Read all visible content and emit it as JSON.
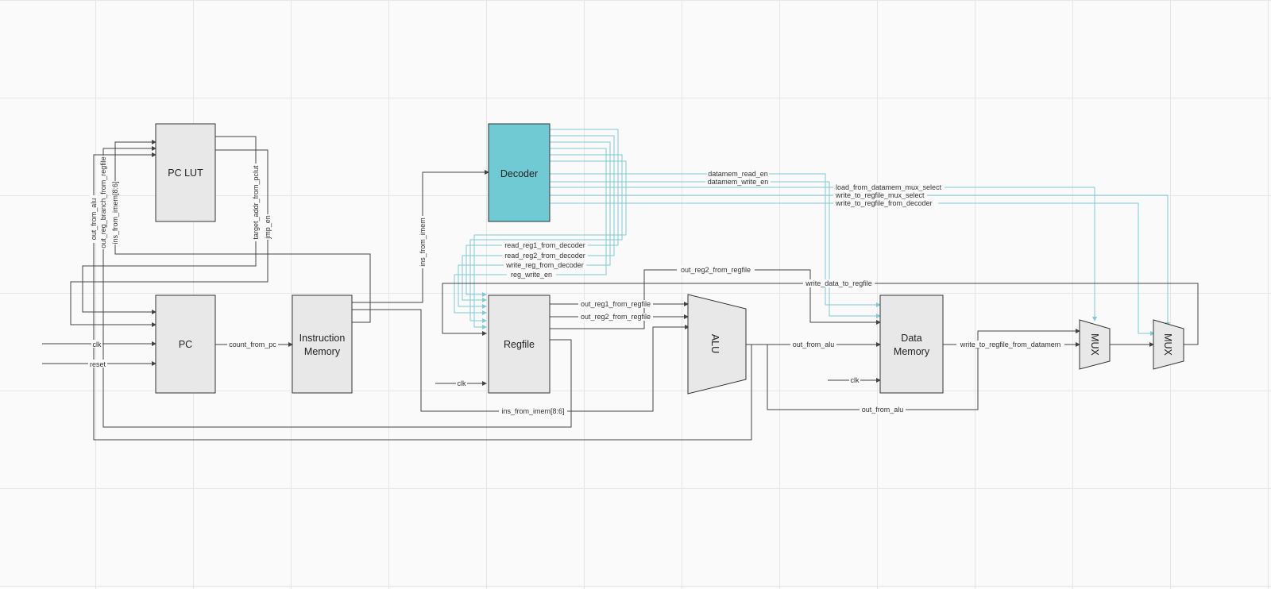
{
  "blocks": {
    "pc_lut": "PC LUT",
    "decoder": "Decoder",
    "pc": "PC",
    "instruction_memory": [
      "Instruction",
      "Memory"
    ],
    "regfile": "Regfile",
    "alu": "ALU",
    "data_memory": [
      "Data",
      "Memory"
    ],
    "mux1": "MUX",
    "mux2": "MUX"
  },
  "signals": {
    "clk": "clk",
    "reset": "reset",
    "count_from_pc": "count_from_pc",
    "out_from_alu": "out_from_alu",
    "out_reg_branch_from_regfile": "out_reg_branch_from_regfile",
    "ins_from_imem_8_6": "ins_from_imem[8:6]",
    "target_addr_from_pclut": "target_addr_from_pclut",
    "jmp_en": "jmp_en",
    "ins_from_imem": "ins_from_imem",
    "datamem_read_en": "datamem_read_en",
    "datamem_write_en": "datamem_write_en",
    "load_from_datamem_mux_select": "load_from_datamem_mux_select",
    "write_to_regfile_mux_select": "write_to_regfile_mux_select",
    "write_to_regfile_from_decoder": "write_to_regfile_from_decoder",
    "read_reg1_from_decoder": "read_reg1_from_decoder",
    "read_reg2_from_decoder": "read_reg2_from_decoder",
    "write_reg_from_decoder": "write_reg_from_decoder",
    "reg_write_en": "reg_write_en",
    "out_reg2_from_regfile": "out_reg2_from_regfile",
    "write_data_to_regfile": "write_data_to_regfile",
    "out_reg1_from_regfile": "out_reg1_from_regfile",
    "write_to_regfile_from_datamem": "write_to_regfile_from_datamem"
  },
  "colors": {
    "decoder_fill": "#6fcad3",
    "control_wire": "#7fcbd6",
    "data_wire": "#444444",
    "block_fill": "#e8e8e8"
  }
}
